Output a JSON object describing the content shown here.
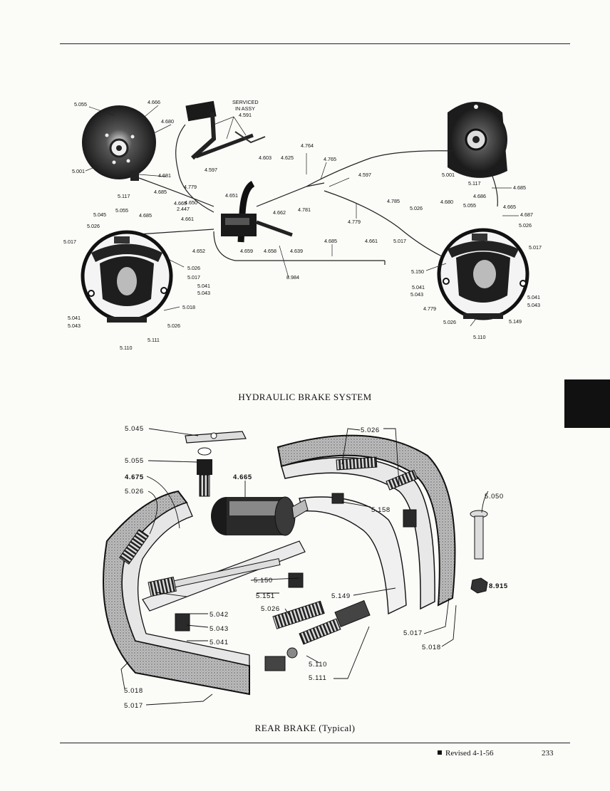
{
  "system_labels": {
    "serviced": [
      "SERVICED",
      "IN ASSY",
      "4.591"
    ],
    "parts": [
      "5.055",
      "4.666",
      "4.680",
      "5.001",
      "4.681",
      "5.117",
      "4.685",
      "4.779",
      "4.597",
      "4.603",
      "4.625",
      "4.764",
      "4.765",
      "4.597",
      "5.001",
      "5.117",
      "4.685",
      "4.686",
      "4.680",
      "5.055",
      "4.665",
      "4.687",
      "5.026",
      "5.017",
      "4.785",
      "5.026",
      "4.779",
      "4.781",
      "4.650",
      "4.651",
      "2.447",
      "4.665",
      "4.661",
      "4.662",
      "5.045",
      "5.055",
      "4.685",
      "5.026",
      "5.017",
      "4.652",
      "4.659",
      "4.658",
      "4.639",
      "4.685",
      "4.661",
      "5.017",
      "8.984",
      "5.026",
      "5.017",
      "5.041",
      "5.043",
      "5.018",
      "5.041",
      "5.043",
      "5.026",
      "5.111",
      "5.110",
      "5.150",
      "5.041",
      "5.043",
      "4.779",
      "5.026",
      "5.110",
      "5.149",
      "5.041",
      "5.043"
    ]
  },
  "captions": {
    "hydraulic": "HYDRAULIC BRAKE SYSTEM",
    "rear": "REAR BRAKE (Typical)"
  },
  "rear_labels": [
    "5.045",
    "5.026",
    "5.055",
    "4.675",
    "4.665",
    "5.026",
    "5.050",
    "5.158",
    "5.150",
    "8.915",
    "5.151",
    "5.149",
    "5.026",
    "5.042",
    "5.043",
    "5.041",
    "5.017",
    "5.018",
    "5.110",
    "5.111",
    "5.018",
    "5.017"
  ],
  "footer": {
    "revised": "Revised 4-1-56",
    "page": "233"
  }
}
